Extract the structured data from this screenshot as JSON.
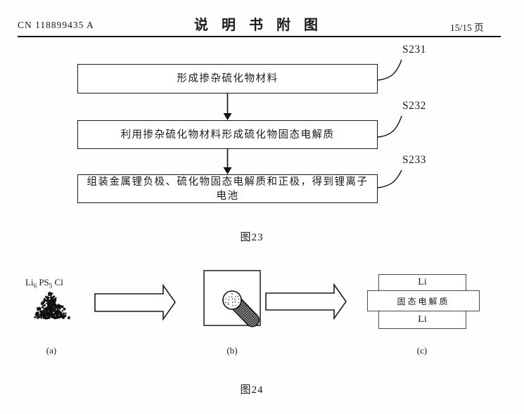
{
  "header": {
    "doc_number": "CN 118899435 A",
    "title": "说 明 书 附 图",
    "page_info": "15/15 页"
  },
  "fig23": {
    "caption": "图23",
    "steps": [
      {
        "id": "S231",
        "text": "形成掺杂硫化物材料"
      },
      {
        "id": "S232",
        "text": "利用掺杂硫化物材料形成硫化物固态电解质"
      },
      {
        "id": "S233",
        "text": "组装金属锂负极、硫化物固态电解质和正极，得到锂离子电池"
      }
    ]
  },
  "fig24": {
    "caption": "图24",
    "part_a": {
      "formula": {
        "li": "Li",
        "li_sub": "6",
        "ps": " PS",
        "ps_sub": "5",
        "cl": " Cl"
      },
      "sublabel": "(a)"
    },
    "part_b": {
      "sublabel": "(b)"
    },
    "part_c": {
      "sublabel": "(c)",
      "layers": [
        "Li",
        "固态电解质",
        "Li"
      ]
    }
  }
}
